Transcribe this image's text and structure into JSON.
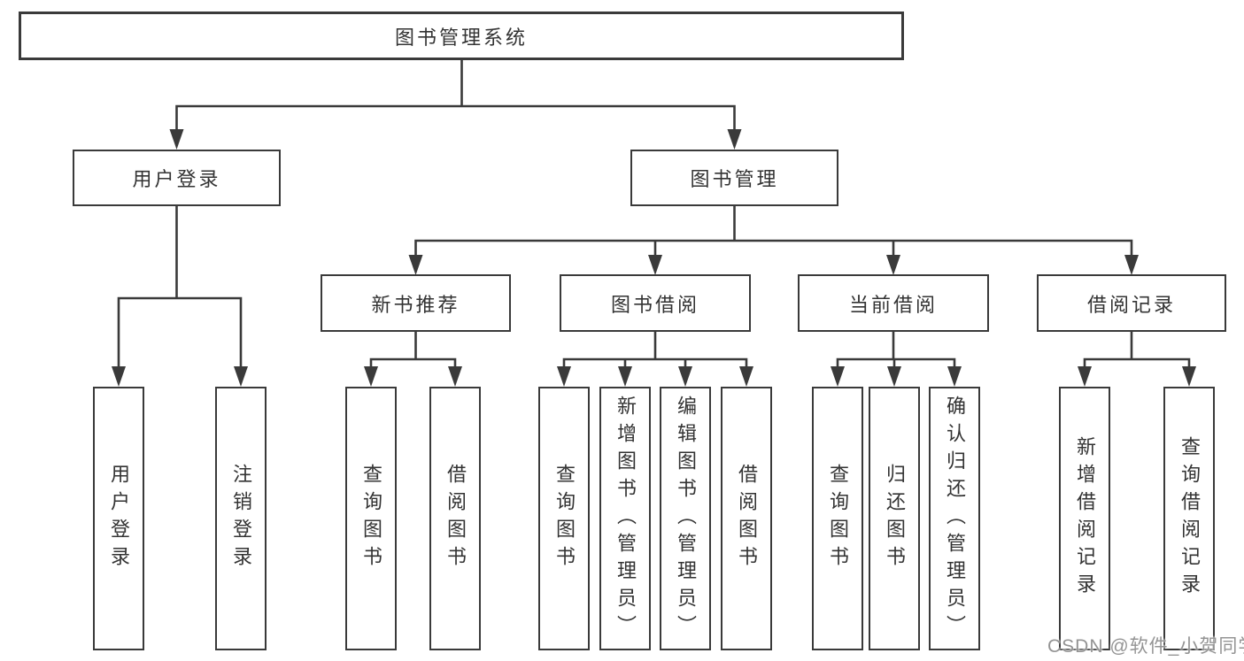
{
  "diagram": {
    "title": "图书管理系统",
    "branches": [
      {
        "label": "用户登录",
        "children": [
          "用户登录",
          "注销登录"
        ]
      },
      {
        "label": "图书管理",
        "children": [
          {
            "label": "新书推荐",
            "children": [
              "查询图书",
              "借阅图书"
            ]
          },
          {
            "label": "图书借阅",
            "children": [
              "查询图书",
              "新增图书（管理员）",
              "编辑图书（管理员）",
              "借阅图书"
            ]
          },
          {
            "label": "当前借阅",
            "children": [
              "查询图书",
              "归还图书",
              "确认归还（管理员）"
            ]
          },
          {
            "label": "借阅记录",
            "children": [
              "新增借阅记录",
              "查询借阅记录"
            ]
          }
        ]
      }
    ],
    "watermark": "CSDN @软件_小贺同学"
  },
  "colors": {
    "line": "#3a3a3a",
    "text": "#333333",
    "watermark": "#949494",
    "background": "#ffffff"
  }
}
